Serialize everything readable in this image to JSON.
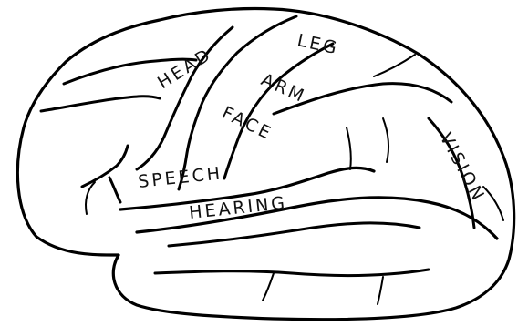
{
  "diagram": {
    "regions": {
      "head": "HEAD",
      "leg": "LEG",
      "arm": "ARM",
      "face": "FACE",
      "speech": "SPEECH",
      "hearing": "HEARING",
      "vision": "VISION"
    },
    "colors": {
      "ink": "#000000",
      "background": "#ffffff"
    }
  }
}
